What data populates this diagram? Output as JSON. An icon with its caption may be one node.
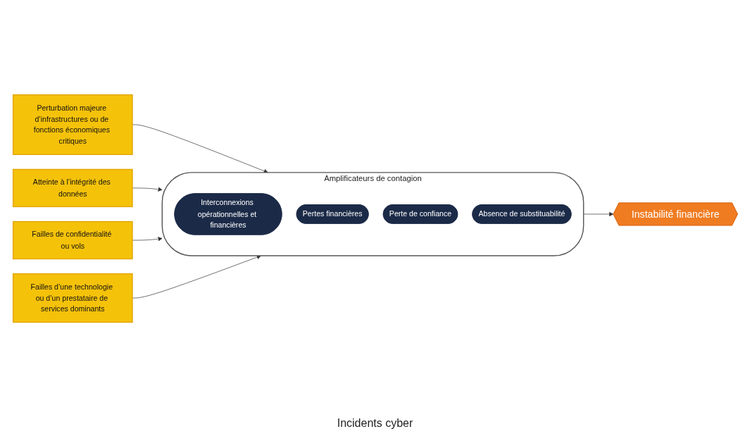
{
  "diagram": {
    "nodes": [
      {
        "text": [
          "Perturbation majeure d’infrastructures ou de fonctions économiques critiques"
        ]
      },
      {
        "text": [
          "Atteinte à l’intégrité des données"
        ]
      },
      {
        "text": [
          "Failles de confidentialité ou vols"
        ]
      },
      {
        "text": [
          "Failles d’une technologie ou d’un prestataire de services dominants"
        ]
      },
      {
        "text": [
          "Amplificateurs de contagion"
        ]
      },
      {
        "text": [
          "Interconnexions opérationnelles et financières"
        ],
        "in": 4
      },
      {
        "text": [
          "Pertes financières"
        ],
        "in": 4
      },
      {
        "text": [
          "Perte de confiance"
        ],
        "in": 4
      },
      {
        "text": [
          "Absence de substituabilité"
        ],
        "in": 4
      },
      {
        "text": [
          "Instabilité financière"
        ]
      }
    ],
    "edges": [
      {
        "from": 0,
        "to": 4,
        "arrow": "to"
      },
      {
        "from": 1,
        "to": 4,
        "arrow": "to"
      },
      {
        "from": 2,
        "to": 4,
        "arrow": "to"
      },
      {
        "from": 3,
        "to": 4,
        "arrow": "to"
      },
      {
        "from": 4,
        "to": 9,
        "arrow": "to"
      }
    ],
    "labels": [
      "Incidents cyber"
    ]
  }
}
